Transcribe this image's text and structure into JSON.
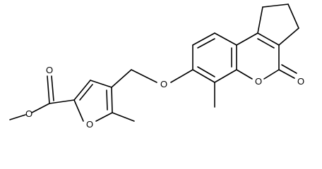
{
  "structure": {
    "atom_labels": {
      "ester_carbonyl_o": "O",
      "ester_alkoxy_o": "O",
      "furan_o": "O",
      "ether_o": "O",
      "lactone_ring_o": "O",
      "lactone_carbonyl_o": "O"
    },
    "colors": {
      "bond": "#000000",
      "label": "#000000",
      "background": "#ffffff"
    }
  }
}
